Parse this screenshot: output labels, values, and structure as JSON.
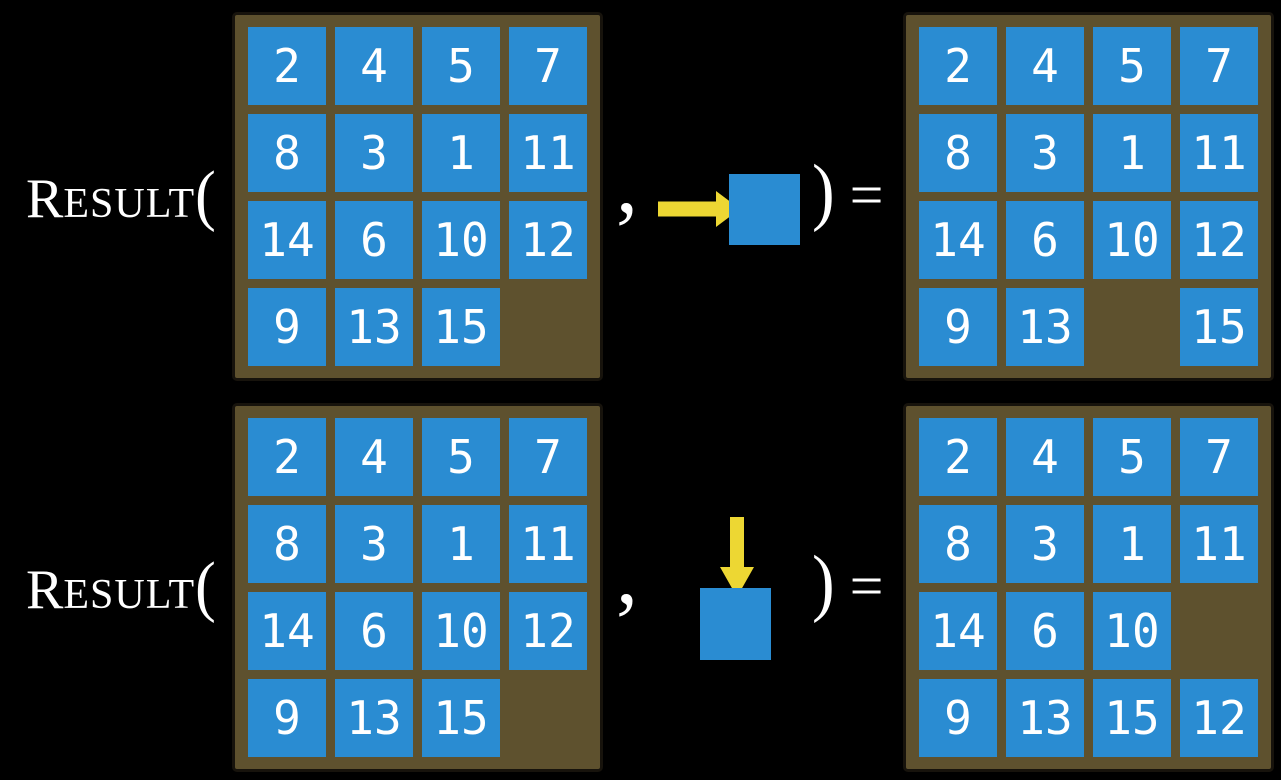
{
  "figure": {
    "function_name_initial": "R",
    "function_name_rest": "ESULT",
    "open_paren": "(",
    "comma": ",",
    "close_paren": ")",
    "equals_sign": "=",
    "colors": {
      "page_bg": "#000000",
      "board_bg": "#5E512E",
      "board_border": "#17130C",
      "tile_blue": "#2A8CD2",
      "tile_number": "#FFFFFF",
      "arrow_yellow": "#EDD733",
      "label_text": "#FFFFFF"
    },
    "rows": [
      {
        "action_direction": "right",
        "input_grid": [
          [
            "2",
            "4",
            "5",
            "7"
          ],
          [
            "8",
            "3",
            "1",
            "11"
          ],
          [
            "14",
            "6",
            "10",
            "12"
          ],
          [
            "9",
            "13",
            "15",
            ""
          ]
        ],
        "output_grid": [
          [
            "2",
            "4",
            "5",
            "7"
          ],
          [
            "8",
            "3",
            "1",
            "11"
          ],
          [
            "14",
            "6",
            "10",
            "12"
          ],
          [
            "9",
            "13",
            "",
            "15"
          ]
        ]
      },
      {
        "action_direction": "down",
        "input_grid": [
          [
            "2",
            "4",
            "5",
            "7"
          ],
          [
            "8",
            "3",
            "1",
            "11"
          ],
          [
            "14",
            "6",
            "10",
            "12"
          ],
          [
            "9",
            "13",
            "15",
            ""
          ]
        ],
        "output_grid": [
          [
            "2",
            "4",
            "5",
            "7"
          ],
          [
            "8",
            "3",
            "1",
            "11"
          ],
          [
            "14",
            "6",
            "10",
            ""
          ],
          [
            "9",
            "13",
            "15",
            "12"
          ]
        ]
      }
    ]
  }
}
